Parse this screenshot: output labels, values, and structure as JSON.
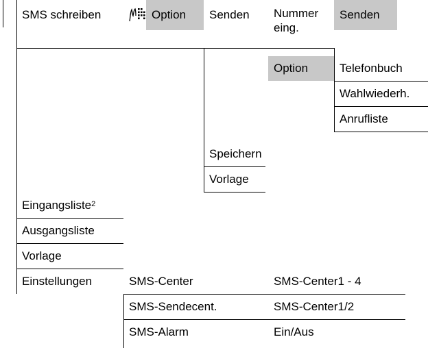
{
  "header": {
    "sms_schreiben": "SMS schreiben",
    "option": "Option",
    "senden": "Senden",
    "nummer_eing": "Nummer eing.",
    "senden_right": "Senden"
  },
  "number_menu": {
    "option": "Option",
    "telefonbuch": "Telefonbuch",
    "wahlwiederh": "Wahlwiederh.",
    "anrufliste": "Anrufliste"
  },
  "option_menu": {
    "speichern": "Speichern",
    "vorlage": "Vorlage"
  },
  "main_menu": {
    "eingangsliste": "Eingangsliste",
    "eingangsliste_footnote": "2",
    "ausgangsliste": "Ausgangsliste",
    "vorlage": "Vorlage",
    "einstellungen": "Einstellungen"
  },
  "settings": {
    "rows": [
      {
        "label": "SMS-Center",
        "value": "SMS-Center1 - 4"
      },
      {
        "label": "SMS-Sendecent.",
        "value": "SMS-Center1/2"
      },
      {
        "label": "SMS-Alarm",
        "value": "Ein/Aus"
      }
    ]
  },
  "icons": {
    "keypad": "keypad-input-icon"
  }
}
